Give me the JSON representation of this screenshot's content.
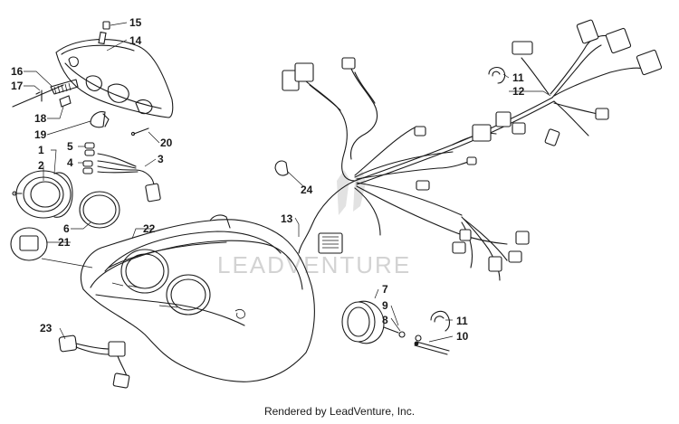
{
  "diagram": {
    "callouts": [
      "1",
      "2",
      "3",
      "4",
      "5",
      "6",
      "7",
      "8",
      "9",
      "10",
      "11",
      "11",
      "12",
      "13",
      "14",
      "15",
      "16",
      "17",
      "18",
      "19",
      "20",
      "21",
      "22",
      "23",
      "24"
    ],
    "watermark": "LEADVENTURE",
    "footer": "Rendered by LeadVenture, Inc."
  }
}
